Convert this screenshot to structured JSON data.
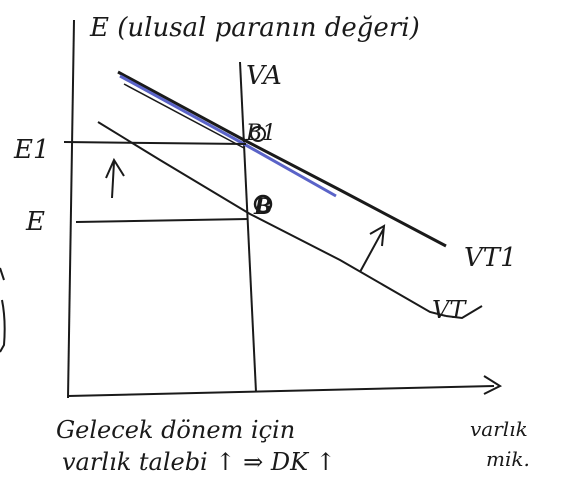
{
  "diagram": {
    "title": "E (ulusal paranın değeri)",
    "vertical_line_label": "VA",
    "y_ticks": {
      "e1": "E1",
      "e": "E"
    },
    "points": {
      "b1": "B1",
      "b": "B"
    },
    "curves": {
      "upper": "VT1",
      "lower": "VT"
    },
    "x_axis_label": [
      "varlık",
      "mik."
    ],
    "caption": [
      "Gelecek dönem için",
      "varlık talebi ↑ ⇒ DK ↑"
    ],
    "colors": {
      "ink": "#1a1a1a",
      "highlight": "#5a63c8"
    }
  }
}
